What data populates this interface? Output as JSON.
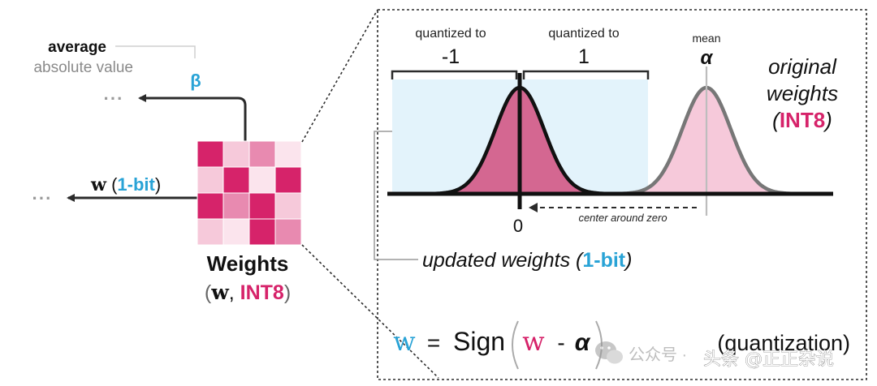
{
  "colors": {
    "accent_pink": "#d6236a",
    "mid_pink": "#e88ab0",
    "light_pink": "#f6c9da",
    "pale_pink": "#fbe4ed",
    "accent_blue": "#29a3d6",
    "light_blue": "#e3f3fb",
    "dark": "#2b2b2b",
    "gray": "#888888"
  },
  "left": {
    "average_label": "average",
    "absolute_value_label": "absolute value",
    "beta_symbol": "β",
    "ellipsis_top": "···",
    "ellipsis_bottom": "···",
    "w_symbol": "w",
    "one_bit_open": " (",
    "one_bit_label": "1-bit",
    "one_bit_close": ")",
    "weights_title": "Weights",
    "weights_sub_open": "(",
    "weights_sub_w": "w",
    "weights_sub_comma": ", ",
    "weights_sub_int8": "INT8",
    "weights_sub_close": ")"
  },
  "matrix": {
    "rows": [
      [
        "accent_pink",
        "light_pink",
        "mid_pink",
        "pale_pink"
      ],
      [
        "light_pink",
        "accent_pink",
        "pale_pink",
        "accent_pink"
      ],
      [
        "accent_pink",
        "mid_pink",
        "accent_pink",
        "light_pink"
      ],
      [
        "light_pink",
        "pale_pink",
        "accent_pink",
        "mid_pink"
      ]
    ]
  },
  "right": {
    "quantized_to_left": "quantized to",
    "minus_one": "-1",
    "quantized_to_right": "quantized to",
    "plus_one": "1",
    "mean_label": "mean",
    "alpha_symbol": "α",
    "original_line1": "original",
    "original_line2": "weights",
    "original_int8_open": "(",
    "original_int8": "INT8",
    "original_int8_close": ")",
    "zero_label": "0",
    "center_around_zero": "center around zero",
    "updated_weights": "updated weights (",
    "updated_one_bit": "1-bit",
    "updated_close": ")"
  },
  "formula": {
    "w_out": "w",
    "equals": "=",
    "sign": "Sign",
    "w_in": "w",
    "minus": "-",
    "alpha": "α",
    "quantization": "(quantization)"
  },
  "watermark": {
    "wechat_text": "公众号 · ",
    "toutiao_text": "头条 @正正杂说"
  }
}
